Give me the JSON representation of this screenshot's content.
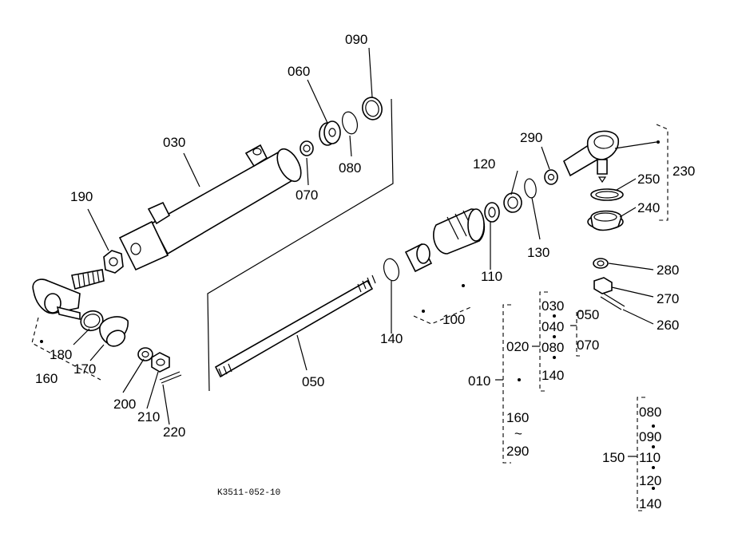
{
  "diagram": {
    "parts": [
      {
        "id": "030"
      },
      {
        "id": "050"
      },
      {
        "id": "060"
      },
      {
        "id": "070"
      },
      {
        "id": "080"
      },
      {
        "id": "090"
      },
      {
        "id": "100"
      },
      {
        "id": "110"
      },
      {
        "id": "120"
      },
      {
        "id": "130"
      },
      {
        "id": "140"
      },
      {
        "id": "160"
      },
      {
        "id": "170"
      },
      {
        "id": "180"
      },
      {
        "id": "190"
      },
      {
        "id": "200"
      },
      {
        "id": "210"
      },
      {
        "id": "220"
      },
      {
        "id": "230"
      },
      {
        "id": "240"
      },
      {
        "id": "250"
      },
      {
        "id": "260"
      },
      {
        "id": "270"
      },
      {
        "id": "280"
      },
      {
        "id": "290"
      }
    ],
    "assembly_010": {
      "label": "010",
      "group_020": "020",
      "group_020_items": [
        "030",
        "040",
        "080",
        "140"
      ],
      "group_050": "050",
      "group_050_items": [
        "070"
      ],
      "range_from": "160",
      "range_to": "290",
      "range_tilde": "~"
    },
    "assembly_150": {
      "label": "150",
      "items": [
        "080",
        "090",
        "110",
        "120",
        "140"
      ]
    },
    "figure_code": "K3511-052-10"
  }
}
